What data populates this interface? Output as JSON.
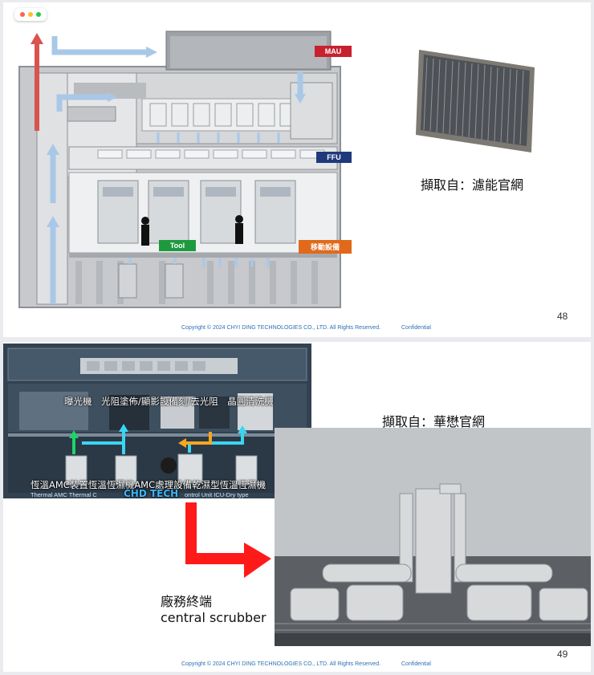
{
  "slide1": {
    "tags": {
      "mau": "MAU",
      "ffu": "FFU",
      "tool": "Tool",
      "mobile": "移動設備"
    },
    "caption": "擷取自：濾能官網",
    "page_number": "48",
    "copyright": "Copyright © 2024 CHYI DING TECHNOLOGIES CO., LTD. All Rights Reserved.",
    "confidential": "Confidential"
  },
  "slide2": {
    "overlay_top": "曝光機　光阻塗佈/顯影設備刻/去光阻　晶圓清洗機",
    "overlay_bottom": "恆溫AMC裝置恆溫恆濕機AMC處理設備乾濕型恆溫恆濕機",
    "overlay_sub": "Thermal AMC Thermal C",
    "overlay_sub2": "ontrol Unit ICU-Dry type",
    "brand": "CHD TECH",
    "caption": "擷取自：華懋官網",
    "scrubber_label_zh": "廠務終端",
    "scrubber_label_en": "central scrubber",
    "page_number": "49",
    "copyright": "Copyright © 2024 CHYI DING TECHNOLOGIES CO., LTD. All Rights Reserved.",
    "confidential": "Confidential"
  },
  "colors": {
    "mau": "#c8202f",
    "ffu": "#1f3a7a",
    "tool": "#1e9a3e",
    "mobile": "#e06a1a",
    "airflow": "#a9c8e8",
    "exhaust": "#d9534f",
    "footer": "#2d6fb3"
  }
}
